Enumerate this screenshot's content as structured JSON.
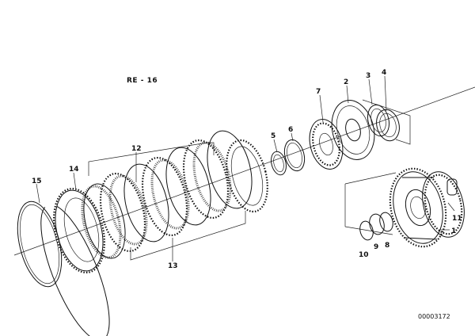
{
  "diagram": {
    "reference_label": "RE - 16",
    "drawing_number": "00003172",
    "callouts": [
      "1",
      "2",
      "3",
      "4",
      "5",
      "6",
      "7",
      "8",
      "9",
      "10",
      "11",
      "12",
      "13",
      "14",
      "15"
    ],
    "colors": {
      "ink": "#111111",
      "paper": "#ffffff"
    }
  }
}
